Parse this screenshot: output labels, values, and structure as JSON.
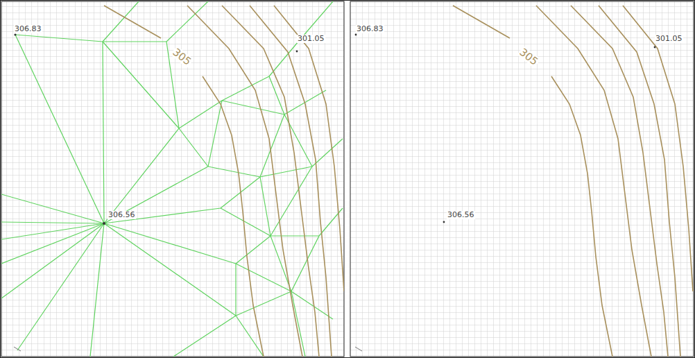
{
  "diagram": {
    "labels": [
      "306.83",
      "305",
      "301.05",
      "306.56",
      "306.83",
      "305",
      "301.05",
      "306.56"
    ]
  }
}
